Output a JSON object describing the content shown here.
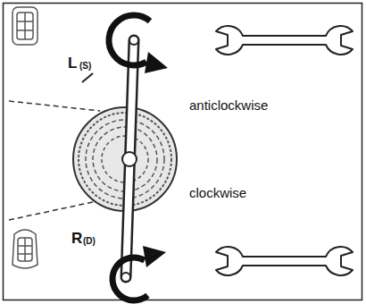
{
  "diagram": {
    "labels": [
      "L",
      "(S)",
      "R",
      "(D)",
      "anticlockwise",
      "clockwise"
    ]
  }
}
